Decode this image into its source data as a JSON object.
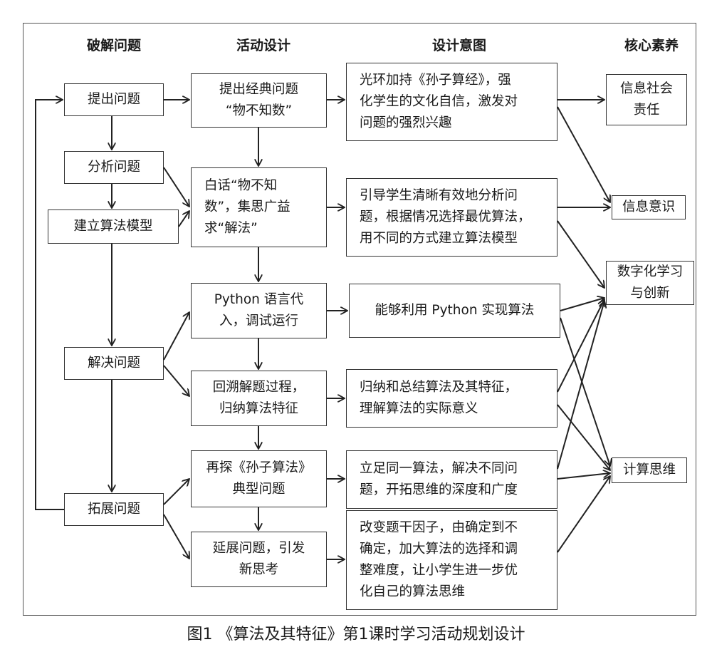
{
  "headers": {
    "col1": "破解问题",
    "col2": "活动设计",
    "col3": "设计意图",
    "col4": "核心素养"
  },
  "problem_steps": {
    "raise": "提出问题",
    "analyze": "分析问题",
    "model": "建立算法模型",
    "solve": "解决问题",
    "extend": "拓展问题"
  },
  "activities": {
    "a1": [
      "提出经典问题",
      "“物不知数”"
    ],
    "a2": [
      "白话“物不知",
      "数”，集思广益",
      "求“解法”"
    ],
    "a3": [
      "Python 语言代",
      "入，调试运行"
    ],
    "a4": [
      "回溯解题过程，",
      "归纳算法特征"
    ],
    "a5": [
      "再探《孙子算法》",
      "典型问题"
    ],
    "a6": [
      "延展问题，引发",
      "新思考"
    ]
  },
  "intents": {
    "i1": [
      "光环加持《孙子算经》，强",
      "化学生的文化自信，激发对",
      "问题的强烈兴趣"
    ],
    "i2": [
      "引导学生清晰有效地分析问",
      "题，根据情况选择最优算法，",
      "用不同的方式建立算法模型"
    ],
    "i3": [
      "能够利用 Python 实现算法"
    ],
    "i4": [
      "归纳和总结算法及其特征，",
      "理解算法的实际意义"
    ],
    "i5": [
      "立足同一算法，解决不同问",
      "题，开拓思维的深度和广度"
    ],
    "i6": [
      "改变题干因子，由确定到不",
      "确定，加大算法的选择和调",
      "整难度，让小学生进一步优",
      "化自己的算法思维"
    ]
  },
  "literacies": {
    "l1": [
      "信息社会",
      "责任"
    ],
    "l2": [
      "信息意识"
    ],
    "l3": [
      "数字化学习",
      "与创新"
    ],
    "l4": [
      "计算思维"
    ]
  },
  "caption": "图1 《算法及其特征》第1课时学习活动规划设计"
}
